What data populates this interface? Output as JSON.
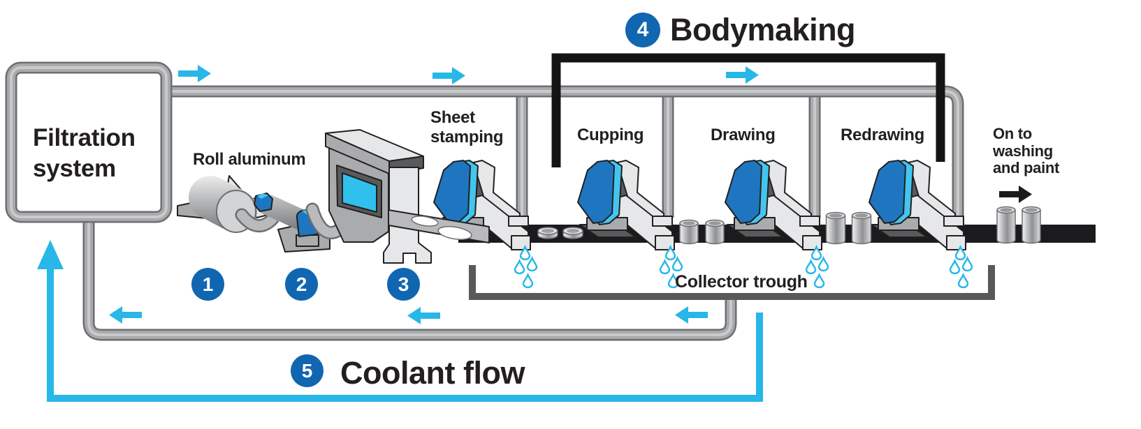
{
  "colors": {
    "accent": "#27B7E8",
    "step_blue": "#1166B1",
    "ink": "#231F20",
    "pipe": "#A8AAAC",
    "pipe_dark": "#6D6E71",
    "pipe_core": "#C9CACC",
    "trough": "#58595B",
    "belt": "#1B1B1D",
    "bracket": "#141414",
    "wedge_blue": "#1E76C0",
    "wedge_cyan": "#42C6F0",
    "window_cyan": "#2FC0ED",
    "machine_light": "#E6E7E8",
    "machine_mid": "#A9ABAD",
    "machine_dark": "#595A5C"
  },
  "filtration_box": {
    "label": "Filtration\nsystem"
  },
  "process": {
    "roll_aluminum_label": "Roll aluminum",
    "sheet_stamping_label": "Sheet\nstamping",
    "cupping_label": "Cupping",
    "drawing_label": "Drawing",
    "redrawing_label": "Redrawing",
    "next_step_label": "On to\nwashing\nand paint",
    "collector_trough_label": "Collector trough"
  },
  "sections": {
    "bodymaking": {
      "step": "4",
      "title": "Bodymaking"
    },
    "coolant": {
      "step": "5",
      "title": "Coolant flow"
    }
  },
  "step_markers": {
    "step1": "1",
    "step2": "2",
    "step3": "3"
  },
  "icons": {
    "flow_arrow_cyan": "solid right/left flow arrow",
    "coolant_up_arrow": "solid up flow arrow",
    "washing_arrow_black": "solid right arrow",
    "coolant_droplet": "water droplet outline"
  }
}
